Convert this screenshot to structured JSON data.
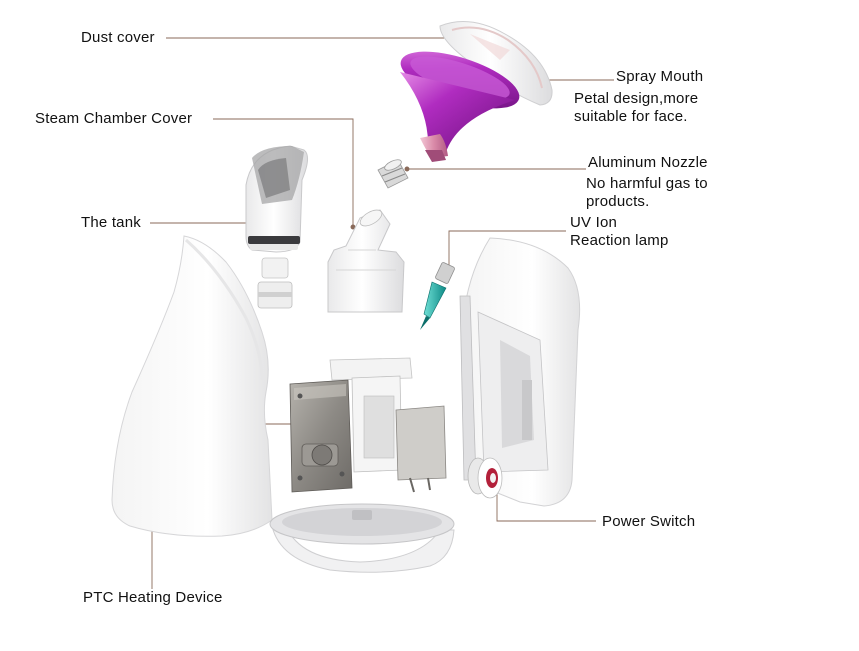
{
  "labels": {
    "dust_cover": "Dust cover",
    "spray_mouth": "Spray Mouth",
    "spray_mouth_desc": [
      "Petal design,more",
      "suitable for face."
    ],
    "steam_chamber_cover": "Steam Chamber Cover",
    "aluminum_nozzle": "Aluminum Nozzle",
    "aluminum_nozzle_desc": [
      "No harmful gas to",
      "products."
    ],
    "the_tank": "The tank",
    "uv_lamp": [
      "UV Ion",
      "Reaction lamp"
    ],
    "power_switch": "Power Switch",
    "ptc_heating": "PTC Heating Device"
  },
  "colors": {
    "leader_line": "#8a6a5a",
    "spray_mouth": "#b02cc0",
    "uv_tip": "#1ea7a0"
  }
}
